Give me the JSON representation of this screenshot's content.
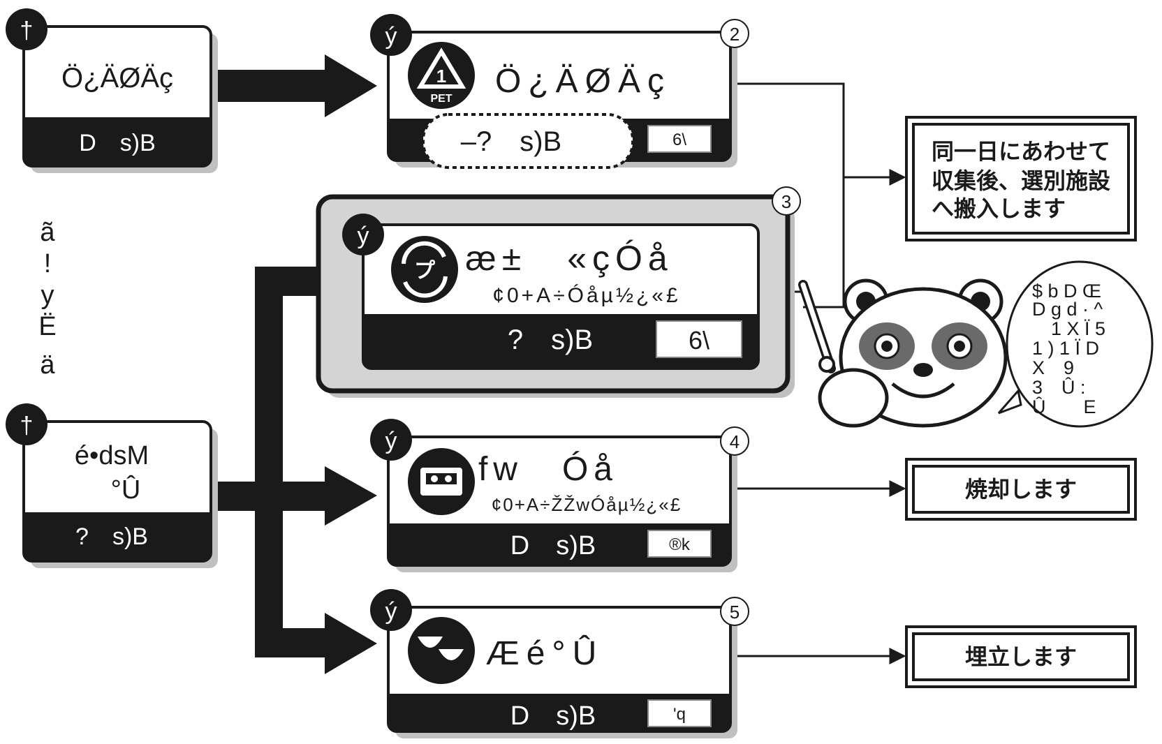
{
  "colors": {
    "ink": "#1a1a1a",
    "paper": "#ffffff",
    "shadow": "#c0c0c0",
    "panel": "#d4d4d4"
  },
  "source_boxes": [
    {
      "badge": "†",
      "title_lines": [
        "Ö¿ÄØÄç"
      ],
      "footer": "D　s)B"
    },
    {
      "badge": "†",
      "title_lines": [
        "é•dsM",
        "°Û"
      ],
      "footer": "?　s)B"
    }
  ],
  "side_label": [
    "ã",
    "!",
    "y",
    "Ë",
    "ä"
  ],
  "category_boxes": [
    {
      "number": "2",
      "badge": "ý",
      "icon": "pet-bottle-icon",
      "icon_label": "PET",
      "title": "Ö¿ÄØÄç",
      "subtitle": "",
      "footer": "–?　s)B",
      "tag": "6\\"
    },
    {
      "number": "3",
      "badge": "ý",
      "icon": "plastic-recycle-icon",
      "title": "æ±　«çÓå",
      "subtitle": "¢0+A÷Óåµ½¿«£",
      "footer": "?　s)B",
      "tag": "6\\"
    },
    {
      "number": "4",
      "badge": "ý",
      "icon": "cassette-tape-icon",
      "title": "fw　Óå",
      "subtitle": "¢0+A÷ŽŽwÓåµ½¿«£",
      "footer": "D　s)B",
      "tag": "®k"
    },
    {
      "number": "5",
      "badge": "ý",
      "icon": "ceramic-bowls-icon",
      "title": "Æé°Û",
      "subtitle": "",
      "footer": "D　s)B",
      "tag": "'q"
    }
  ],
  "result_boxes": [
    {
      "lines": [
        "同一日にあわせて",
        "収集後、選別施設",
        "へ搬入します"
      ]
    },
    {
      "lines": [
        "焼却します"
      ]
    },
    {
      "lines": [
        "埋立します"
      ]
    }
  ],
  "speech_bubble": {
    "lines": [
      "$ b D Œ",
      "D g d · ^",
      "　1 X Ï 5",
      "1 ) 1 Ï D",
      "X　9",
      "3　Û :",
      "Û　　E"
    ]
  }
}
